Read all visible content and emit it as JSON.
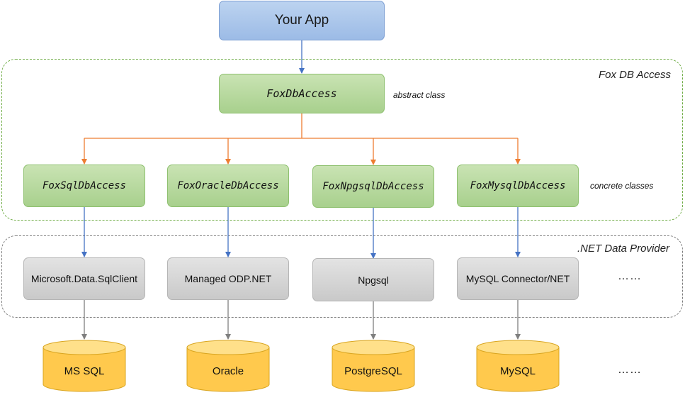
{
  "app": {
    "label": "Your App"
  },
  "fox_group": {
    "title": "Fox DB Access"
  },
  "net_group": {
    "title": ".NET Data Provider"
  },
  "base_class": {
    "label": "FoxDbAccess",
    "note": "abstract class"
  },
  "concrete": {
    "note": "concrete classes",
    "items": [
      {
        "label": "FoxSqlDbAccess"
      },
      {
        "label": "FoxOracleDbAccess"
      },
      {
        "label": "FoxNpgsqlDbAccess"
      },
      {
        "label": "FoxMysqlDbAccess"
      }
    ]
  },
  "providers": {
    "items": [
      {
        "label": "Microsoft.Data.SqlClient"
      },
      {
        "label": "Managed ODP.NET"
      },
      {
        "label": "Npgsql"
      },
      {
        "label": "MySQL Connector/NET"
      }
    ],
    "more": "……"
  },
  "databases": {
    "items": [
      {
        "label": "MS SQL"
      },
      {
        "label": "Oracle"
      },
      {
        "label": "PostgreSQL"
      },
      {
        "label": "MySQL"
      }
    ],
    "more": "……"
  },
  "colors": {
    "app_fill": "#9cbbe6",
    "class_fill": "#a8d08d",
    "provider_fill": "#c9c9c9",
    "db_fill": "#ffc94d",
    "arrow_blue": "#4472c4",
    "arrow_orange": "#ed7d31",
    "arrow_gray": "#7f7f7f"
  }
}
